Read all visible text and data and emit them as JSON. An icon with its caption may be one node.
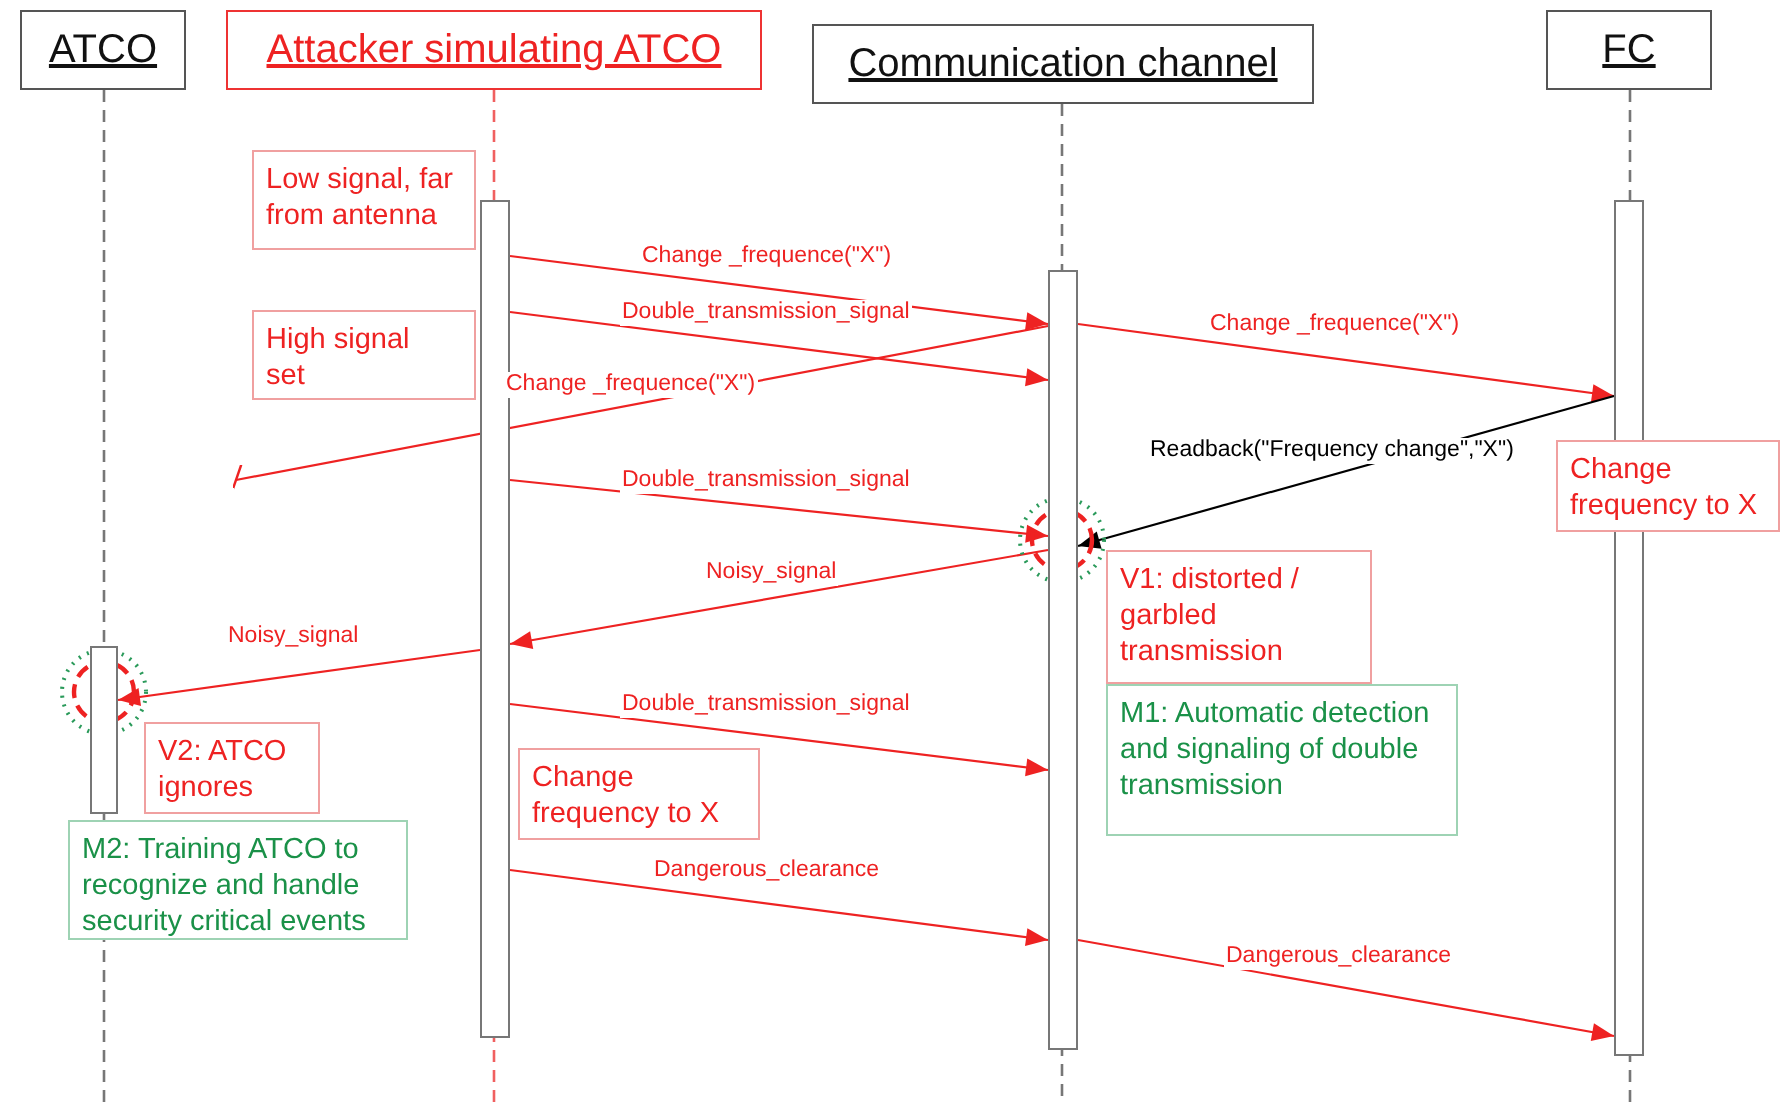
{
  "diagram": {
    "nodes": [
      {
        "text": [
          "ATCO"
        ]
      },
      {
        "text": [
          "Attacker simulating ATCO"
        ]
      },
      {
        "text": [
          "Communication channel"
        ]
      },
      {
        "text": [
          "FC"
        ]
      },
      {
        "text": [],
        "shape": "bar"
      },
      {
        "text": [],
        "shape": "bar"
      },
      {
        "text": [],
        "shape": "bar"
      },
      {
        "text": [],
        "shape": "bar"
      },
      {
        "text": [
          "Low signal, far from antenna"
        ]
      },
      {
        "text": [
          "High signal  set"
        ]
      },
      {
        "text": [
          "Change frequency to X"
        ]
      },
      {
        "text": [
          "V1: distorted / garbled transmission"
        ]
      },
      {
        "text": [
          "M1: Automatic detection and signaling of double transmission"
        ]
      },
      {
        "text": [
          "V2: ATCO ignores"
        ]
      },
      {
        "text": [
          "Change frequency to X"
        ]
      },
      {
        "text": [
          "M2: Training ATCO to recognize and handle security critical events"
        ]
      }
    ],
    "edges": [
      {
        "from": 5,
        "to": 6,
        "arrow": "to",
        "label": "Change _frequence(\"X\")"
      },
      {
        "from": 5,
        "to": 6,
        "arrow": "to",
        "label": "Double_transmission_signal"
      },
      {
        "from": 6,
        "to": null,
        "arrow": "other",
        "label": "Change _frequence(\"X\")"
      },
      {
        "from": 6,
        "to": 7,
        "arrow": "to",
        "label": "Change _frequence(\"X\")"
      },
      {
        "from": 7,
        "to": 6,
        "arrow": "to",
        "label": "Readback(\"Frequency change\",\"X\")",
        "color": "#000000"
      },
      {
        "from": 5,
        "to": 6,
        "arrow": "to",
        "label": "Double_transmission_signal"
      },
      {
        "from": 6,
        "to": 5,
        "arrow": "to",
        "label": "Noisy_signal"
      },
      {
        "from": 5,
        "to": 4,
        "arrow": "to",
        "label": "Noisy_signal"
      },
      {
        "from": 5,
        "to": 6,
        "arrow": "to",
        "label": "Double_transmission_signal"
      },
      {
        "from": 5,
        "to": 6,
        "arrow": "to",
        "label": "Dangerous_clearance"
      },
      {
        "from": 6,
        "to": 7,
        "arrow": "to",
        "label": "Dangerous_clearance"
      }
    ]
  }
}
